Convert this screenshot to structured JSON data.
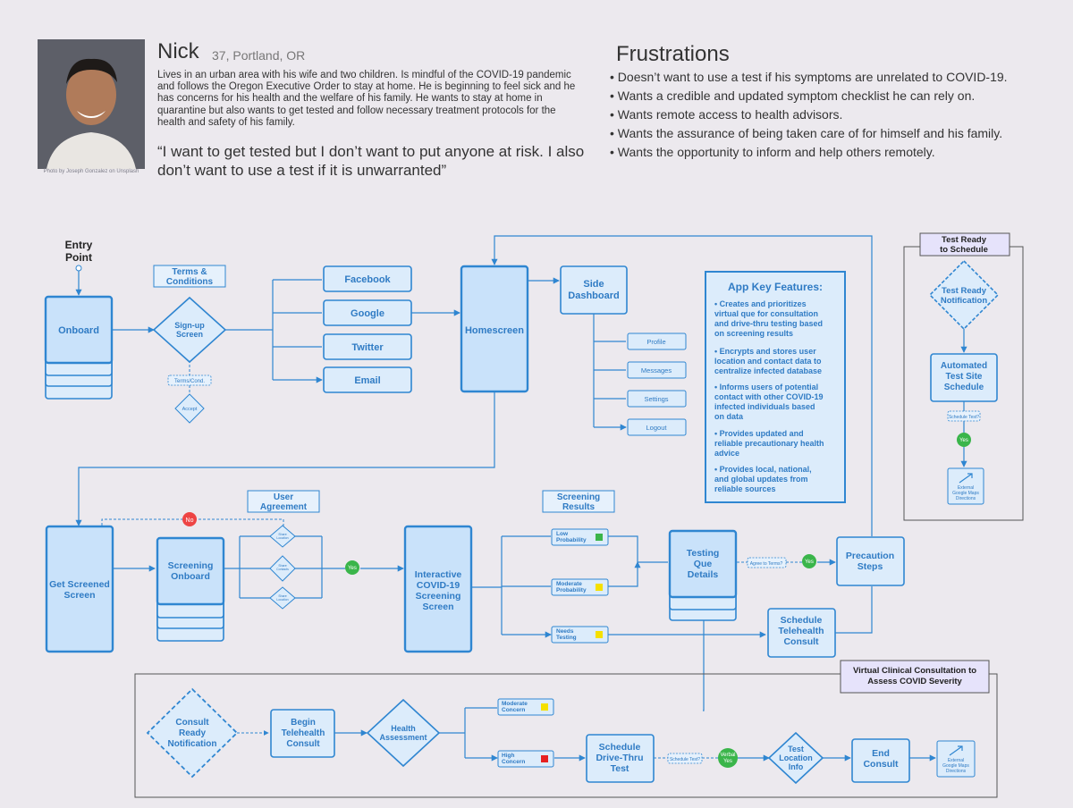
{
  "persona": {
    "name": "Nick",
    "meta": "37, Portland, OR",
    "photo_caption": "Photo by Joseph Gonzalez on Unsplash",
    "bio": "Lives in an urban area with his wife and two children. Is mindful of the COVID-19 pandemic and follows the Oregon Executive Order to stay at home. He is beginning to feel sick and he has concerns for his health and the welfare of his family. He wants to stay at home in quarantine but also wants to get tested and follow necessary treatment protocols for the health and safety of his family.",
    "quote": "“I want to get tested but I don’t want to put anyone at risk. I also don’t want to use a test if it is unwarranted”"
  },
  "frustrations": {
    "title": "Frustrations",
    "items": [
      "Doesn’t want to use a test if his symptoms are unrelated to COVID-19.",
      "Wants a credible and updated symptom checklist he can rely on.",
      "Wants remote access to health advisors.",
      "Wants the assurance of being taken care of for himself and his family.",
      "Wants the opportunity to inform and help others remotely."
    ]
  },
  "flow": {
    "entry_point": [
      "Entry",
      "Point"
    ],
    "terms_header": [
      "Terms &",
      "Conditions"
    ],
    "onboard": "Onboard",
    "signup": [
      "Sign-up",
      "Screen"
    ],
    "terms_cond": "Terms/Cond.",
    "accept": "Accept",
    "facebook": "Facebook",
    "google": "Google",
    "twitter": "Twitter",
    "email": "Email",
    "homescreen": "Homescreen",
    "side_dashboard": [
      "Side",
      "Dashboard"
    ],
    "profile": "Profile",
    "messages": "Messages",
    "settings": "Settings",
    "logout": "Logout",
    "features_title": "App Key Features:",
    "features": [
      [
        "Creates and prioritizes",
        "virtual que for consultation",
        "and drive-thru testing based",
        "on screening results"
      ],
      [
        "Encrypts and stores user",
        "location and contact data to",
        "centralize infected database"
      ],
      [
        "Informs users of potential",
        "contact with other COVID-19",
        "infected individuals based",
        "on data"
      ],
      [
        "Provides updated and",
        "reliable precautionary health",
        "advice"
      ],
      [
        "Provides local, national,",
        "and global updates from",
        "reliable sources"
      ]
    ],
    "test_ready_header": [
      "Test Ready",
      "to Schedule"
    ],
    "test_ready_notification": [
      "Test Ready",
      "Notification"
    ],
    "automated_test_site": [
      "Automated",
      "Test Site",
      "Schedule"
    ],
    "schedule_test": "Schedule Test?",
    "yes": "Yes",
    "no": "No",
    "external_maps": [
      "External",
      "Google Maps",
      "Directions"
    ],
    "get_screened": [
      "Get Screened",
      "Screen"
    ],
    "user_agreement": [
      "User",
      "Agreement"
    ],
    "screening_onboard": [
      "Screening",
      "Onboard"
    ],
    "share_location": [
      "Share",
      "Location"
    ],
    "share_contacts": [
      "Share",
      "Contacts"
    ],
    "interactive_screening": [
      "Interactive",
      "COVID-19",
      "Screening",
      "Screen"
    ],
    "screening_results": [
      "Screening",
      "Results"
    ],
    "low_probability": [
      "Low",
      "Probability"
    ],
    "moderate_probability": [
      "Moderate",
      "Probability"
    ],
    "needs_testing": [
      "Needs",
      "Testing"
    ],
    "testing_que": [
      "Testing",
      "Que",
      "Details"
    ],
    "agree_terms": "Agree to Terms?",
    "precaution_steps": [
      "Precaution",
      "Steps"
    ],
    "schedule_telehealth": [
      "Schedule",
      "Telehealth",
      "Consult"
    ],
    "virtual_header": [
      "Virtual Clinical Consultation to",
      "Assess COVID Severity"
    ],
    "consult_ready": [
      "Consult",
      "Ready",
      "Notification"
    ],
    "begin_telehealth": [
      "Begin",
      "Telehealth",
      "Consult"
    ],
    "health_assessment": [
      "Health",
      "Assessment"
    ],
    "moderate_concern": [
      "Moderate",
      "Concern"
    ],
    "high_concern": [
      "High",
      "Concern"
    ],
    "schedule_drive_thru": [
      "Schedule",
      "Drive-Thru",
      "Test"
    ],
    "verbal_yes": [
      "Verbal",
      "Yes"
    ],
    "test_location": [
      "Test",
      "Location",
      "Info"
    ],
    "end_consult": [
      "End",
      "Consult"
    ]
  },
  "colors": {
    "accent": "#2f86d1",
    "box_fill": "#dcecfb",
    "yes": "#3ab54a",
    "no": "#ee4444",
    "low": "#3ab54a",
    "moderate": "#f5e000",
    "high": "#e62020",
    "header_purple": "#e6e3fb"
  }
}
